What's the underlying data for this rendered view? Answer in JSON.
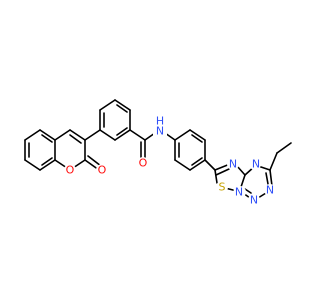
{
  "colors": {
    "background": "#ffffff",
    "bond": "#000000",
    "oxygen": "#ff0d0d",
    "nitrogen": "#3050f8",
    "sulfur": "#c6a200",
    "carbon": "#000000"
  },
  "atom_labels": {
    "ring_oxygen": "O",
    "carbonyl_oxygen_lactone": "O",
    "carbonyl_oxygen_amide": "O",
    "amide_nitrogen": "N",
    "amide_hydrogen": "H",
    "thiadiazole_sulfur": "S",
    "thiadiazole_nitrogen": "N",
    "fused_nitrogen": "N",
    "triazole_nitrogen_1": "N",
    "triazole_nitrogen_2": "N"
  }
}
